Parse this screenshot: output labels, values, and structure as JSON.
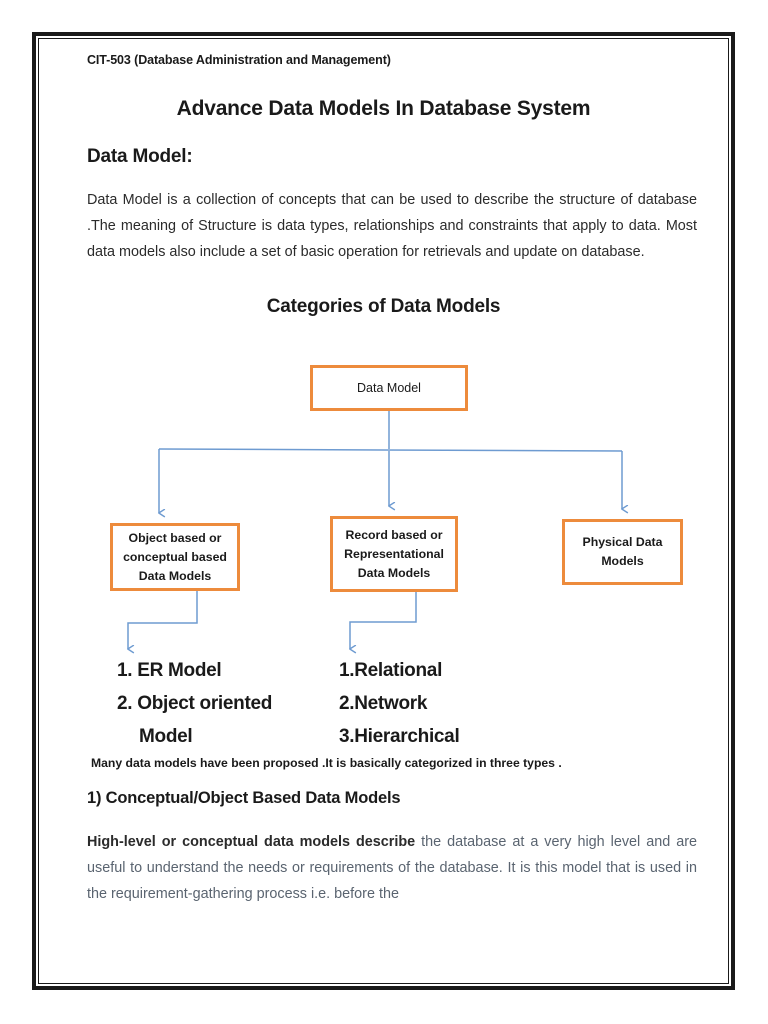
{
  "document": {
    "course_code": "CIT-503 (Database Administration and Management)",
    "title": "Advance Data Models In Database System",
    "section_heading": "Data Model:",
    "intro_paragraph": "Data Model is a collection of concepts that can be used to describe the structure of database .The meaning of Structure is data types, relationships and constraints that apply to data. Most data models also include a set of basic operation for retrievals and update on database.",
    "diagram_heading": "Categories of Data Models",
    "note": "Many data models have been proposed .It is basically categorized in three types .",
    "conceptual_heading": "1) Conceptual/Object Based Data Models",
    "conceptual_lead": "High-level or conceptual data models describe",
    "conceptual_rest": " the database at a very high level and are useful to understand the needs or requirements of the database. It is this model that is used in the requirement-gathering process i.e. before the"
  },
  "diagram": {
    "root": {
      "label": "Data Model"
    },
    "branches": [
      {
        "id": "object-based",
        "line1": "Object based or",
        "line2": "conceptual based",
        "line3": "Data Models"
      },
      {
        "id": "record-based",
        "line1": "Record based or",
        "line2": "Representational",
        "line3": "Data Models"
      },
      {
        "id": "physical",
        "line1": "Physical Data",
        "line2": "Models",
        "line3": ""
      }
    ],
    "leaf_lists": [
      {
        "id": "object-based-models",
        "items": [
          "1. ER Model",
          "2. Object oriented",
          "Model"
        ]
      },
      {
        "id": "record-based-models",
        "items": [
          "1.Relational",
          "2.Network",
          "3.Hierarchical"
        ]
      }
    ]
  },
  "colors": {
    "node_border": "#ED8B3C",
    "connector": "#6E9BD1",
    "page_border": "#1A1A1A",
    "text": "#1A1A1A",
    "body_text": "#2B2B2B",
    "muted_text": "#5A6470"
  }
}
